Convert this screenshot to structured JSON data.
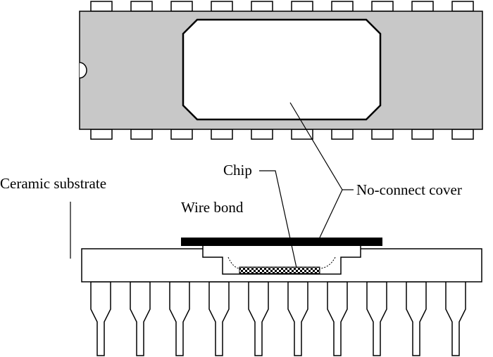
{
  "labels": {
    "ceramic_substrate": "Ceramic substrate",
    "chip": "Chip",
    "wire_bond": "Wire bond",
    "no_connect_cover": "No-connect cover"
  },
  "top_view": {
    "pins_per_side": 10
  },
  "side_view": {
    "pin_count": 10
  },
  "colors": {
    "package_body": "#c8c8c8",
    "outline": "#000000",
    "cover": "#000000",
    "window": "#ffffff",
    "background": "#ffffff"
  }
}
